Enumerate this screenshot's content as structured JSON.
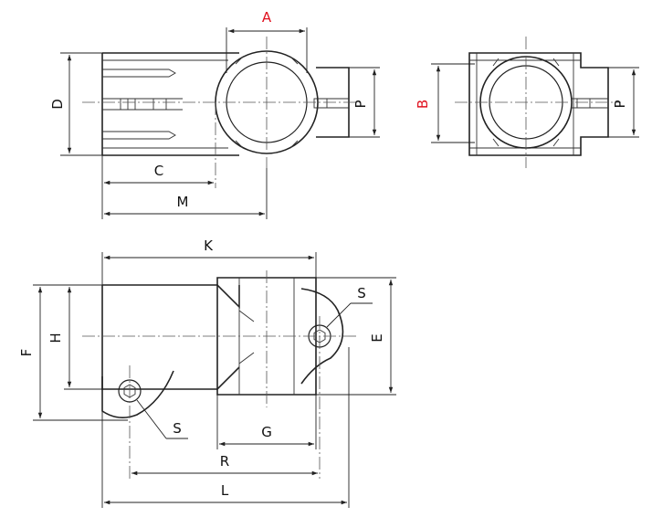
{
  "labels": {
    "A": "A",
    "B": "B",
    "C": "C",
    "D": "D",
    "P1": "P",
    "P2": "P",
    "M": "M",
    "K": "K",
    "S1": "S",
    "S2": "S",
    "H": "H",
    "F": "F",
    "E": "E",
    "G": "G",
    "R": "R",
    "L": "L"
  },
  "colors": {
    "highlight": "#e0101e",
    "line": "#222222"
  }
}
